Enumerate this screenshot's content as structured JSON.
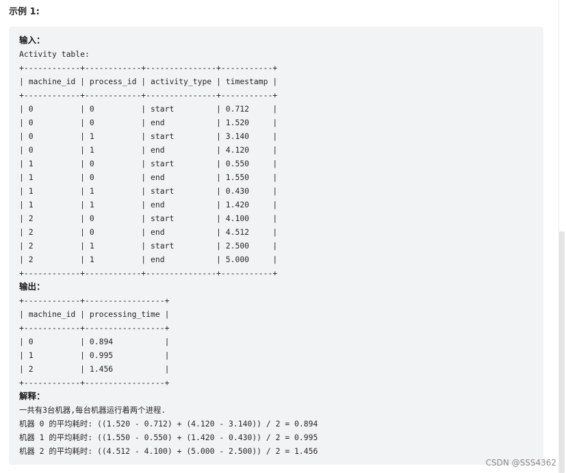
{
  "example_title": "示例 1:",
  "input_heading": "输入：",
  "input_lines": [
    "Activity table:",
    "+------------+------------+---------------+-----------+",
    "| machine_id | process_id | activity_type | timestamp |",
    "+------------+------------+---------------+-----------+",
    "| 0          | 0          | start         | 0.712     |",
    "| 0          | 0          | end           | 1.520     |",
    "| 0          | 1          | start         | 3.140     |",
    "| 0          | 1          | end           | 4.120     |",
    "| 1          | 0          | start         | 0.550     |",
    "| 1          | 0          | end           | 1.550     |",
    "| 1          | 1          | start         | 0.430     |",
    "| 1          | 1          | end           | 1.420     |",
    "| 2          | 0          | start         | 4.100     |",
    "| 2          | 0          | end           | 4.512     |",
    "| 2          | 1          | start         | 2.500     |",
    "| 2          | 1          | end           | 5.000     |",
    "+------------+------------+---------------+-----------+"
  ],
  "output_heading": "输出：",
  "output_lines": [
    "+------------+-----------------+",
    "| machine_id | processing_time |",
    "+------------+-----------------+",
    "| 0          | 0.894           |",
    "| 1          | 0.995           |",
    "| 2          | 1.456           |",
    "+------------+-----------------+"
  ],
  "explanation_heading": "解释：",
  "explanation_lines": [
    "一共有3台机器,每台机器运行着两个进程.",
    "机器 0 的平均耗时: ((1.520 - 0.712) + (4.120 - 3.140)) / 2 = 0.894",
    "机器 1 的平均耗时: ((1.550 - 0.550) + (1.420 - 0.430)) / 2 = 0.995",
    "机器 2 的平均耗时: ((4.512 - 4.100) + (5.000 - 2.500)) / 2 = 1.456"
  ],
  "watermark": "CSDN @SSS4362"
}
